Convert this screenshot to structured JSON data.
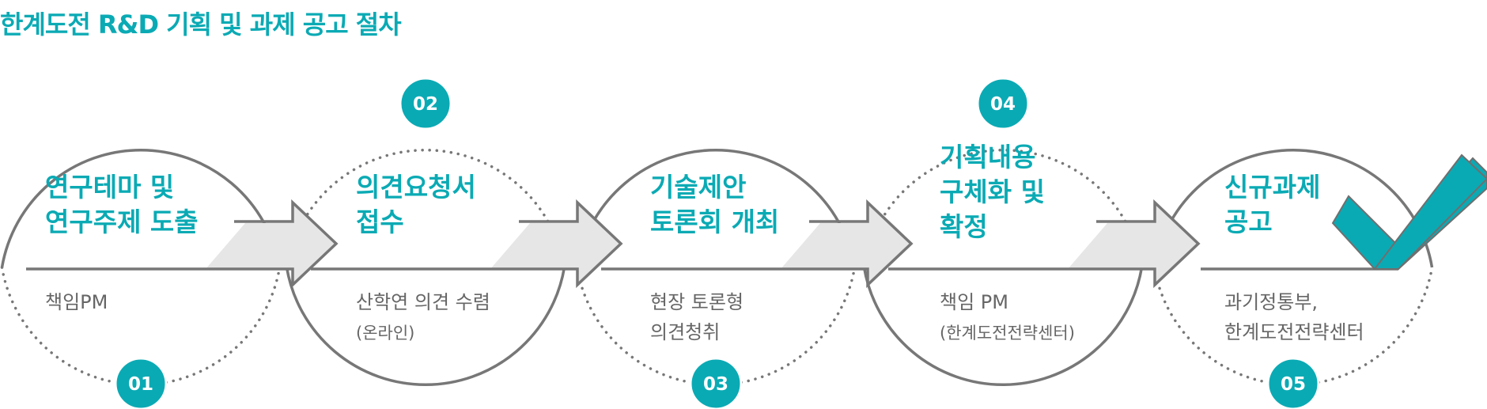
{
  "title": "한계도전 R&D 기획 및 과제 공고 절차",
  "colors": {
    "accent": "#0aaab4",
    "circle": "#777777",
    "arrow_fill": "#e6e6e6",
    "text": "#666666"
  },
  "steps": [
    {
      "number": "01",
      "title_lines": [
        "연구테마 및",
        "연구주제 도출"
      ],
      "desc_lines": [
        "책임PM"
      ]
    },
    {
      "number": "02",
      "title_lines": [
        "의견요청서",
        "접수"
      ],
      "desc_lines": [
        "산학연 의견 수렴",
        "(온라인)"
      ]
    },
    {
      "number": "03",
      "title_lines": [
        "기술제안",
        "토론회 개최"
      ],
      "desc_lines": [
        "현장 토론형",
        "의견청취"
      ]
    },
    {
      "number": "04",
      "title_lines": [
        "기획내용",
        "구체화 및",
        "확정"
      ],
      "desc_lines": [
        "책임 PM",
        "(한계도전전략센터)"
      ]
    },
    {
      "number": "05",
      "title_lines": [
        "신규과제",
        "공고"
      ],
      "desc_lines": [
        "과기정통부,",
        "한계도전전략센터"
      ]
    }
  ],
  "final_icon": "checkmark-icon"
}
